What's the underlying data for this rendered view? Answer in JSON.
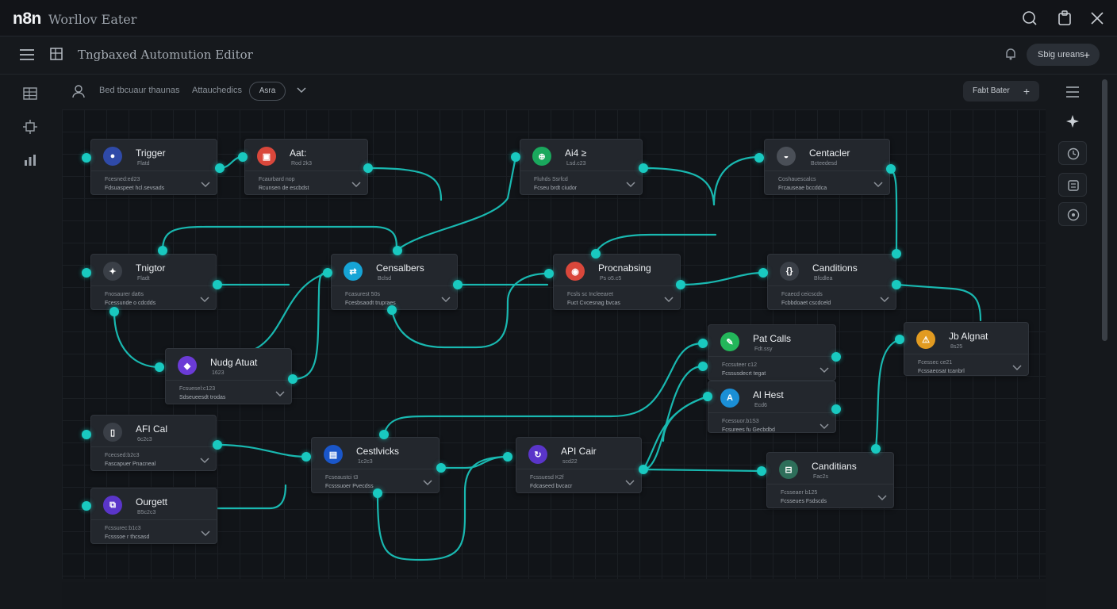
{
  "app": {
    "logo": "n8n",
    "title": "Worllov Eater"
  },
  "subbar": {
    "title": "Tngbaxed Automution Editor",
    "button_label": "Sbig ureans",
    "button_plus": "+"
  },
  "canvas_toolbar": {
    "left_text": "Bed tbcuaur thaunas",
    "mid_text": "Attauchedics",
    "pill_label": "Asra",
    "right_button": "Fabt Bater",
    "right_plus": "+"
  },
  "icons": {
    "top": [
      "search-icon",
      "clipboard-icon",
      "close-icon"
    ],
    "sub": [
      "menu-icon",
      "layout-icon",
      "bell-icon"
    ],
    "left_rail": [
      "table-icon",
      "settings-icon",
      "chart-icon"
    ],
    "right_rail": [
      "menu-icon",
      "compass-icon",
      "clock-icon",
      "list-icon",
      "info-icon"
    ]
  },
  "colors": {
    "accent_wire": "#19c9c0",
    "background": "#14171b",
    "node": "#23272d"
  },
  "nodes": [
    {
      "id": "n1",
      "title": "Trigger",
      "sub": "Flatd",
      "meta": "Fcesned:ed23",
      "foot": "Fdsuaspeet hcl.sevsads",
      "icon": "user-icon",
      "icon_color": "#2f4aa8",
      "glyph": "●"
    },
    {
      "id": "n2",
      "title": "Aat:",
      "sub": "Rod 2k3",
      "meta": "Fcaurbard nop",
      "foot": "Rcunsen de escbdst",
      "icon": "robot-icon",
      "icon_color": "#d9473b",
      "glyph": "▣"
    },
    {
      "id": "n3",
      "title": "Ai4 ≥",
      "sub": "Lsd.c23",
      "meta": "Fluhds Ssrfcd",
      "foot": "Fcseu brdt ciudor",
      "icon": "api-icon",
      "icon_color": "#1aa85d",
      "glyph": "⊕"
    },
    {
      "id": "n4",
      "title": "Centacler",
      "sub": "Bcteedesd",
      "meta": "Coshauescalcs",
      "foot": "Frcauseae bccddca",
      "icon": "shield-icon",
      "icon_color": "#4a4f57",
      "glyph": "◒"
    },
    {
      "id": "n5",
      "title": "Tnigtor",
      "sub": "Fladt",
      "meta": "Fnosaurer da6s",
      "foot": "Fcessunde o cdcdds",
      "icon": "trigger-icon",
      "icon_color": "#3a3f47",
      "glyph": "✦"
    },
    {
      "id": "n6",
      "title": "Censalbers",
      "sub": "Bclsd",
      "meta": "Fcasurest 50s",
      "foot": "Fcesbsaodt trupraes",
      "icon": "conversion-icon",
      "icon_color": "#16a4d6",
      "glyph": "⇄"
    },
    {
      "id": "n7",
      "title": "Procnabsing",
      "sub": "Ps o5.c5",
      "meta": "Fcsls sc Incleearet",
      "foot": "Fuct Cvcesnag bvcas",
      "icon": "processing-icon",
      "icon_color": "#d9473b",
      "glyph": "◉"
    },
    {
      "id": "n8",
      "title": "Canditions",
      "sub": "Bfcdlea",
      "meta": "Fcaecd ceicscds",
      "foot": "Fcbbdoaet cscdceld",
      "icon": "conditions-icon",
      "icon_color": "#3a3f47",
      "glyph": "{}"
    },
    {
      "id": "n9",
      "title": "Nudg Atuat",
      "sub": "1623",
      "meta": "Fcsuesel:c123",
      "foot": "Sdseueesdt trodas",
      "icon": "node-icon",
      "icon_color": "#6b3bd6",
      "glyph": "◆"
    },
    {
      "id": "n10",
      "title": "Pat Calls",
      "sub": "Fdt.ssy",
      "meta": "Fccsuteer c12",
      "foot": "Fcssusdecrt tegat",
      "icon": "call-icon",
      "icon_color": "#23b65a",
      "glyph": "✎"
    },
    {
      "id": "n11",
      "title": "Jb Algnat",
      "sub": "8s25",
      "meta": "Fcessec ce21",
      "foot": "Fcssaeosat tcanbrl",
      "icon": "alert-icon",
      "icon_color": "#e29b21",
      "glyph": "⚠"
    },
    {
      "id": "n12",
      "title": "Al Hest",
      "sub": "Ecd6",
      "meta": "Fcessuor.b1S3",
      "foot": "Fcsurees fu Gecbdbd",
      "icon": "ai-icon",
      "icon_color": "#1b8fd6",
      "glyph": "A"
    },
    {
      "id": "n13",
      "title": "AFI Cal",
      "sub": "6c2c3",
      "meta": "Fcecsed:b2c3",
      "foot": "Fascapuer Pnacneal",
      "icon": "mobile-icon",
      "icon_color": "#3a3f47",
      "glyph": "▯"
    },
    {
      "id": "n14",
      "title": "Cestlvicks",
      "sub": "1c2c3",
      "meta": "Fcseaustci t3",
      "foot": "Fcsssuoer Pvecdss",
      "icon": "checks-icon",
      "icon_color": "#1a56c9",
      "glyph": "▤"
    },
    {
      "id": "n15",
      "title": "API Cair",
      "sub": "scd22",
      "meta": "Fcssuesd K2f",
      "foot": "Fdcaseed bvcacr",
      "icon": "api-call-icon",
      "icon_color": "#5a35c9",
      "glyph": "↻"
    },
    {
      "id": "n16",
      "title": "Canditians",
      "sub": "Fac2s",
      "meta": "Fcsseaer b125",
      "foot": "Fcsseues Fsdscds",
      "icon": "database-icon",
      "icon_color": "#2e6e5a",
      "glyph": "⊟"
    },
    {
      "id": "n17",
      "title": "Ourgett",
      "sub": "B5c2c3",
      "meta": "Fcssurec:b1c3",
      "foot": "Fcsssoe r thcsasd",
      "icon": "output-icon",
      "icon_color": "#5a35c9",
      "glyph": "⧉"
    }
  ]
}
